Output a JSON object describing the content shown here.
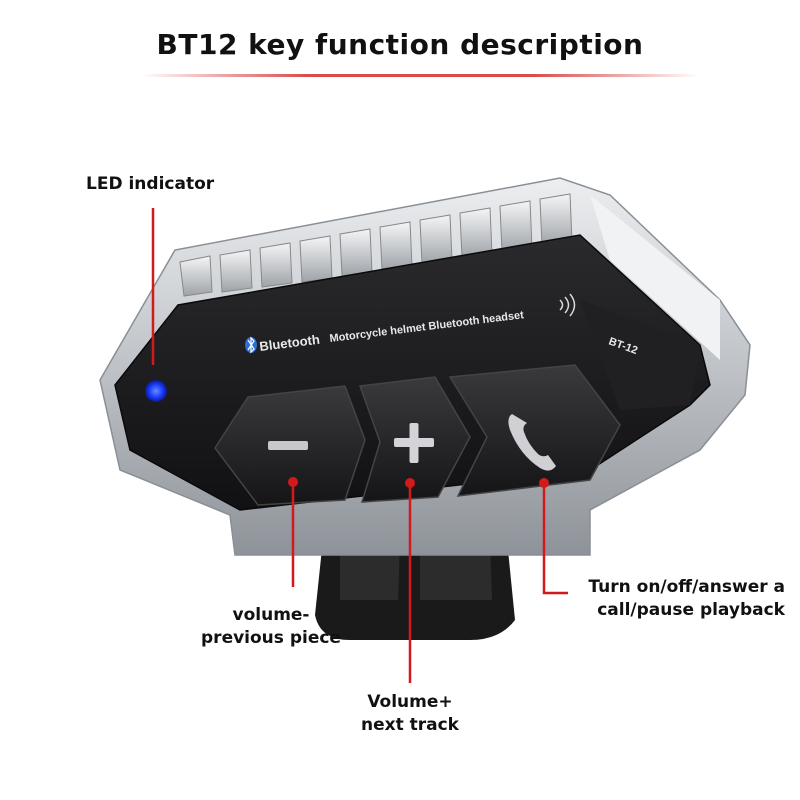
{
  "title": "BT12 key function description",
  "device": {
    "brand_text": "Bluetooth",
    "model_line": "Motorcycle helmet Bluetooth headset",
    "model_code": "BT-12"
  },
  "buttons": [
    {
      "name": "volume-down-button",
      "symbol": "−"
    },
    {
      "name": "volume-up-button",
      "symbol": "+"
    },
    {
      "name": "phone-button",
      "symbol": "phone"
    }
  ],
  "callouts": {
    "led": "LED indicator",
    "volume_minus": [
      "volume-",
      "previous piece"
    ],
    "volume_plus": [
      "Volume+",
      "next track"
    ],
    "phone": [
      "Turn on/off/answer a",
      "call/pause playback"
    ]
  },
  "colors": {
    "callout_line": "#d31a1a",
    "led": "#1a3cff",
    "device_body": "#1c1c1e",
    "device_shell": "#c9ccd0"
  }
}
